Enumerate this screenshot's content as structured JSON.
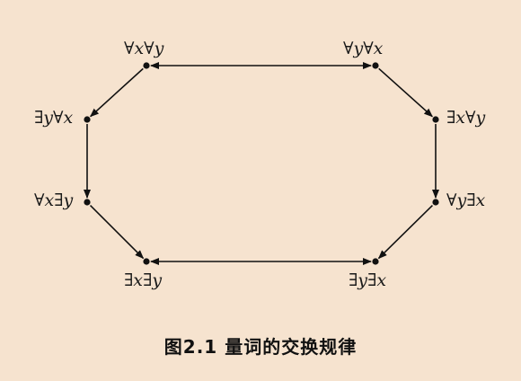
{
  "nodes": [
    {
      "id": "n1",
      "label": "∀x∀y"
    },
    {
      "id": "n2",
      "label": "∀y∀x"
    },
    {
      "id": "n3",
      "label": "∃x∀y"
    },
    {
      "id": "n4",
      "label": "∀y∃x"
    },
    {
      "id": "n5",
      "label": "∃y∃x"
    },
    {
      "id": "n6",
      "label": "∃x∃y"
    },
    {
      "id": "n7",
      "label": "∀x∃y"
    },
    {
      "id": "n8",
      "label": "∃y∀x"
    }
  ],
  "edges": [
    {
      "from": "n1",
      "to": "n2",
      "bidirectional": true
    },
    {
      "from": "n2",
      "to": "n3",
      "bidirectional": false
    },
    {
      "from": "n3",
      "to": "n4",
      "bidirectional": false
    },
    {
      "from": "n4",
      "to": "n5",
      "bidirectional": false
    },
    {
      "from": "n6",
      "to": "n5",
      "bidirectional": true
    },
    {
      "from": "n7",
      "to": "n6",
      "bidirectional": false
    },
    {
      "from": "n8",
      "to": "n7",
      "bidirectional": false
    },
    {
      "from": "n1",
      "to": "n8",
      "bidirectional": false
    }
  ],
  "caption": "图2.1  量词的交换规律"
}
